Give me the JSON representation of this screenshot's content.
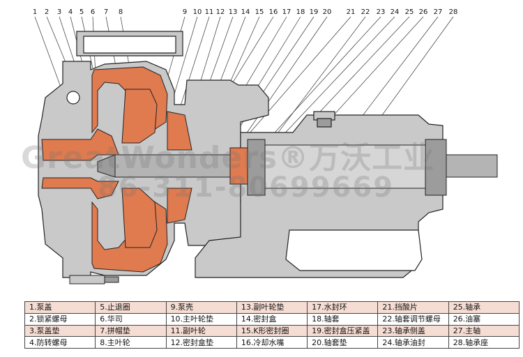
{
  "callout_numbers": [
    "1",
    "2",
    "3",
    "4",
    "5",
    "6",
    "7",
    "8",
    "9",
    "10",
    "11",
    "12",
    "13",
    "14",
    "15",
    "16",
    "17",
    "18",
    "19",
    "20",
    "21",
    "22",
    "23",
    "24",
    "25",
    "26",
    "27",
    "28"
  ],
  "watermark": {
    "line1": "GreatWonders®万沃工业",
    "line2": "86-311-80699669"
  },
  "legend": [
    [
      "1.泵盖",
      "5.止退圈",
      "9.泵壳",
      "13.副叶轮垫",
      "17.水封环",
      "21.挡酸片",
      "25.轴承"
    ],
    [
      "2.锁紧螺母",
      "6.华司",
      "10.主叶轮垫",
      "14.密封盒",
      "18.轴套",
      "22.轴套调节螺母",
      "26.油塞"
    ],
    [
      "3.泵盖垫",
      "7.拼帽垫",
      "11.副叶轮",
      "15.K形密封圈",
      "19.密封盒压紧盖",
      "23.轴承侧盖",
      "27.主轴"
    ],
    [
      "4.防转螺母",
      "8.主叶轮",
      "12.密封盒垫",
      "16.冷却水嘴",
      "20.轴套垫",
      "24.轴承油封",
      "28.轴承座"
    ]
  ],
  "colors": {
    "casing": "#c9c9c9",
    "lining": "#e07a4f",
    "shaft": "#9c9c9c",
    "outline": "#222222",
    "leader": "#333333"
  }
}
